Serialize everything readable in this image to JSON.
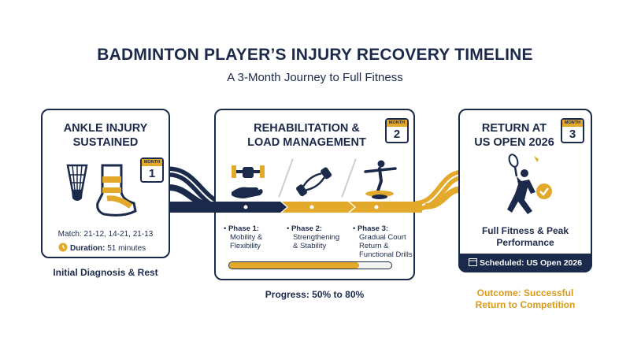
{
  "title": "BADMINTON PLAYER’S INJURY RECOVERY TIMELINE",
  "subtitle": "A 3-Month Journey to Full Fitness",
  "colors": {
    "navy": "#1b2a4a",
    "gold": "#e3a92b",
    "light": "#f3f3f3"
  },
  "stage1": {
    "title_line1": "ANKLE INJURY",
    "title_line2": "SUSTAINED",
    "month_label": "MONTH",
    "month_num": "1",
    "match": "Match: 21-12, 14-21, 21-13",
    "duration_label": "Duration:",
    "duration_value": "51 minutes",
    "caption": "Initial Diagnosis & Rest",
    "icons": [
      "shuttlecock-icon",
      "ankle-brace-icon",
      "stopwatch-icon"
    ]
  },
  "stage2": {
    "title_line1": "REHABILITATION &",
    "title_line2": "LOAD MANAGEMENT",
    "month_label": "MONTH",
    "month_num": "2",
    "phases": [
      {
        "label": "Phase 1:",
        "line1": "Mobility &",
        "line2": "Flexibility",
        "line3": ""
      },
      {
        "label": "Phase 2:",
        "line1": "Strengthening",
        "line2": "& Stability",
        "line3": ""
      },
      {
        "label": "Phase 3:",
        "line1": "Gradual Court",
        "line2": "Return &",
        "line3": "Functional Drills"
      }
    ],
    "progress_fraction": 0.8,
    "progress_caption": "Progress: 50% to 80%",
    "icons": [
      "dumbbell-hand-icon",
      "resistance-band-icon",
      "balance-board-icon"
    ]
  },
  "stage3": {
    "title_line1": "RETURN AT",
    "title_line2": "US OPEN 2026",
    "month_label": "MONTH",
    "month_num": "3",
    "status_line1": "Full Fitness & Peak",
    "status_line2": "Performance",
    "scheduled": "Scheduled: US Open 2026",
    "outcome_line1": "Outcome: Successful",
    "outcome_line2": "Return to Competition",
    "icons": [
      "badminton-player-icon",
      "check-circle-icon",
      "calendar-icon"
    ]
  }
}
